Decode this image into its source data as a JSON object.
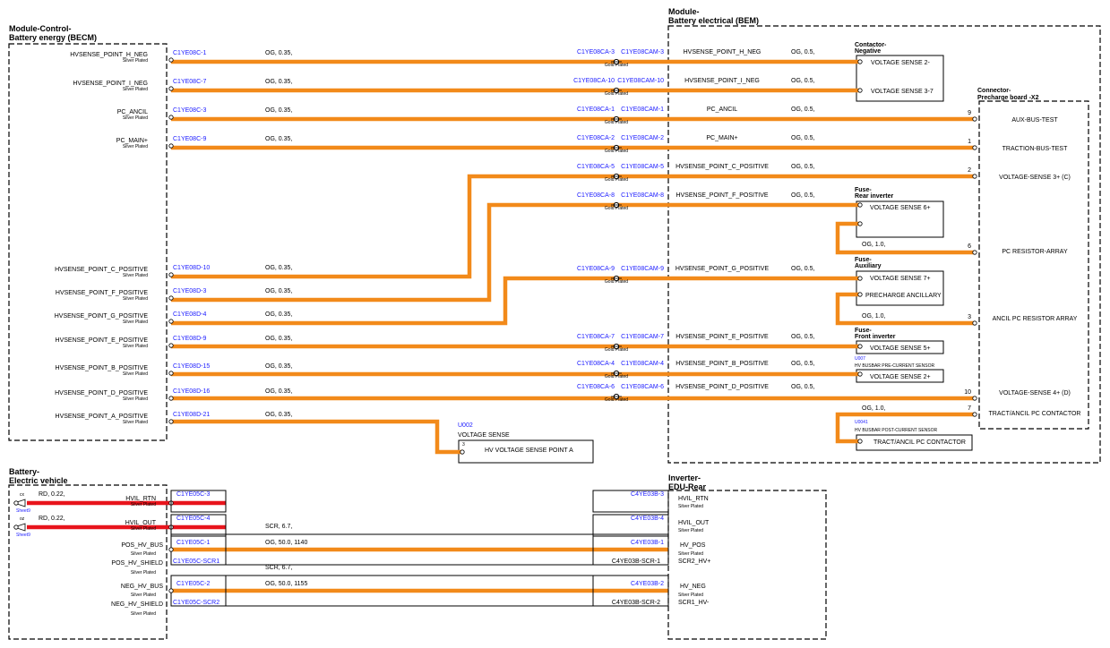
{
  "modules": {
    "becm": {
      "line1": "Module-Control-",
      "line2": "Battery energy (BECM)"
    },
    "bem": {
      "line1": "Module-",
      "line2": "Battery electrical (BEM)"
    },
    "battery": {
      "line1": "Battery-",
      "line2": "Electric vehicle"
    },
    "inverter": {
      "line1": "Inverter-",
      "line2": "EDU-Rear"
    },
    "precharge": {
      "line1": "Connector-",
      "line2": "Precharge board -X2"
    }
  },
  "common": {
    "silver": "Silver Plated",
    "gold": "Gold Plated"
  },
  "becm_pins": [
    "HVSENSE_POINT_H_NEG",
    "HVSENSE_POINT_I_NEG",
    "PC_ANCIL",
    "PC_MAIN+",
    "HVSENSE_POINT_C_POSITIVE",
    "HVSENSE_POINT_F_POSITIVE",
    "HVSENSE_POINT_G_POSITIVE",
    "HVSENSE_POINT_E_POSITIVE",
    "HVSENSE_POINT_B_POSITIVE",
    "HVSENSE_POINT_D_POSITIVE",
    "HVSENSE_POINT_A_POSITIVE"
  ],
  "becm_conn": [
    "C1YE08C-1",
    "C1YE08C-7",
    "C1YE08C-3",
    "C1YE08C-9",
    "C1YE08D-10",
    "C1YE08D-3",
    "C1YE08D-4",
    "C1YE08D-9",
    "C1YE08D-15",
    "C1YE08D-16",
    "C1YE08D-21"
  ],
  "becm_spec": "OG,  0.35,",
  "bem_conn_a": [
    "C1YE08CA-3",
    "C1YE08CA-10",
    "C1YE08CA-1",
    "C1YE08CA-2",
    "C1YE08CA-5",
    "C1YE08CA-8",
    "C1YE08CA-9",
    "C1YE08CA-7",
    "C1YE08CA-4",
    "C1YE08CA-6"
  ],
  "bem_conn_b": [
    "C1YE08CAM-3",
    "C1YE08CAM-10",
    "C1YE08CAM-1",
    "C1YE08CAM-2",
    "C1YE08CAM-5",
    "C1YE08CAM-8",
    "C1YE08CAM-9",
    "C1YE08CAM-7",
    "C1YE08CAM-4",
    "C1YE08CAM-6"
  ],
  "bem_signal": [
    "HVSENSE_POINT_H_NEG",
    "HVSENSE_POINT_I_NEG",
    "PC_ANCIL",
    "PC_MAIN+",
    "HVSENSE_POINT_C_POSITIVE",
    "HVSENSE_POINT_F_POSITIVE",
    "HVSENSE_POINT_G_POSITIVE",
    "HVSENSE_POINT_E_POSITIVE",
    "HVSENSE_POINT_B_POSITIVE",
    "HVSENSE_POINT_D_POSITIVE"
  ],
  "bem_spec": "OG,  0.5,",
  "og10": "OG,  1.0,",
  "components": {
    "contactor": {
      "l1": "Contactor-",
      "l2": "Negative",
      "p1": "VOLTAGE SENSE 2-",
      "p2": "VOLTAGE SENSE 3-7"
    },
    "fuse_rear": {
      "l1": "Fuse-",
      "l2": "Rear inverter",
      "p1": "VOLTAGE SENSE 6+"
    },
    "fuse_aux": {
      "l1": "Fuse-",
      "l2": "Auxiliary",
      "p1": "VOLTAGE SENSE 7+",
      "p2": "PRECHARGE ANCILLARY"
    },
    "fuse_front": {
      "l1": "Fuse-",
      "l2": "Front inverter",
      "p1": "VOLTAGE SENSE 5+"
    },
    "u007": {
      "id": "U007",
      "name": "HV BUSBAR PRE-CURRENT SENSOR",
      "p1": "VOLTAGE SENSE 2+"
    },
    "u0041": {
      "id": "U0041",
      "name": "HV BUSBAR POST-CURRENT SENSOR",
      "p1": "TRACT/ANCIL PC CONTACTOR"
    },
    "u002": {
      "id": "U002",
      "name": "VOLTAGE SENSE",
      "pin": "3",
      "p1": "HV VOLTAGE SENSE POINT A"
    }
  },
  "x2_pins": [
    {
      "num": "9",
      "label": "AUX-BUS-TEST"
    },
    {
      "num": "1",
      "label": "TRACTION-BUS-TEST"
    },
    {
      "num": "2",
      "label": "VOLTAGE-SENSE 3+ (C)"
    },
    {
      "num": "6",
      "label": "PC RESISTOR-ARRAY"
    },
    {
      "num": "3",
      "label": "ANCIL PC RESISTOR ARRAY"
    },
    {
      "num": "10",
      "label": "VOLTAGE-SENSE 4+ (D)"
    },
    {
      "num": "7",
      "label": "TRACT/ANCIL PC CONTACTOR"
    }
  ],
  "battery_rows": [
    {
      "pin": "HVIL_RTN",
      "conn": "C1YE05C-3",
      "spec": "RD,  0.22,",
      "cx": "cx",
      "sheet": "Sheet9"
    },
    {
      "pin": "HVIL_OUT",
      "conn": "C1YE05C-4",
      "spec": "RD,  0.22,",
      "cx": "oz",
      "sheet": "Sheet9"
    }
  ],
  "hv_rows": [
    {
      "pin": "POS_HV_BUS",
      "shield": "POS_HV_SHIELD",
      "conn": "C1YE05C-1",
      "scr": "C1YE05C-SCR1",
      "spec_scr": "SCR,  6.7,",
      "spec": "OG,  50.0,  1140",
      "inv_conn": "C4YE03B-1",
      "inv_scr": "C4YE03B-SCR-1",
      "inv_pin": "HV_POS",
      "inv_shield": "SCR2_HV+"
    },
    {
      "pin": "NEG_HV_BUS",
      "shield": "NEG_HV_SHIELD",
      "conn": "C1YE05C-2",
      "scr": "C1YE05C-SCR2",
      "spec_scr": "SCR,  6.7,",
      "spec": "OG,  50.0,  1155",
      "inv_conn": "C4YE03B-2",
      "inv_scr": "C4YE03B-SCR-2",
      "inv_pin": "HV_NEG",
      "inv_shield": "SCR1_HV-"
    }
  ],
  "inv_hvil": [
    {
      "conn": "C4YE03B-3",
      "pin": "HVIL_RTN"
    },
    {
      "conn": "C4YE03B-4",
      "pin": "HVIL_OUT"
    }
  ],
  "colors": {
    "wire_og": "#f28a1a",
    "wire_rd": "#e8141c",
    "conn_blue": "#1a1aff"
  }
}
